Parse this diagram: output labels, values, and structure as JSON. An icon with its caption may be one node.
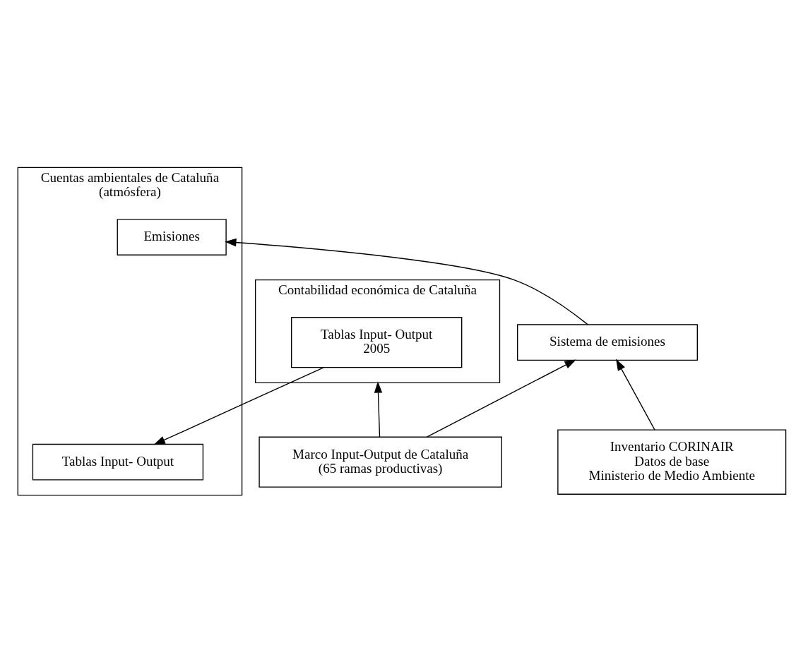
{
  "diagram": {
    "nodes": [
      {
        "text": [
          "Contabilidad económica de Cataluña"
        ]
      },
      {
        "text": [
          "Tablas Input- Output",
          "2005"
        ],
        "in": 0
      },
      {
        "text": [
          "Cuentas ambientales de Cataluña",
          "(atmósfera)"
        ]
      },
      {
        "text": [
          "Tablas Input- Output"
        ],
        "in": 2
      },
      {
        "text": [
          "Emisiones"
        ],
        "in": 2
      },
      {
        "text": [
          "Marco Input-Output de Cataluña",
          "(65 ramas productivas)"
        ]
      },
      {
        "text": [
          "Sistema de emisiones"
        ]
      },
      {
        "text": [
          "Inventario CORINAIR",
          "Datos de base",
          "Ministerio de Medio Ambiente"
        ]
      }
    ],
    "edges": [
      {
        "from": 1,
        "to": 3,
        "arrow": "to"
      },
      {
        "from": 5,
        "to": 0,
        "arrow": "to"
      },
      {
        "from": 5,
        "to": 6,
        "arrow": "to"
      },
      {
        "from": 7,
        "to": 6,
        "arrow": "to"
      },
      {
        "from": 6,
        "to": 4,
        "arrow": "to"
      }
    ]
  }
}
